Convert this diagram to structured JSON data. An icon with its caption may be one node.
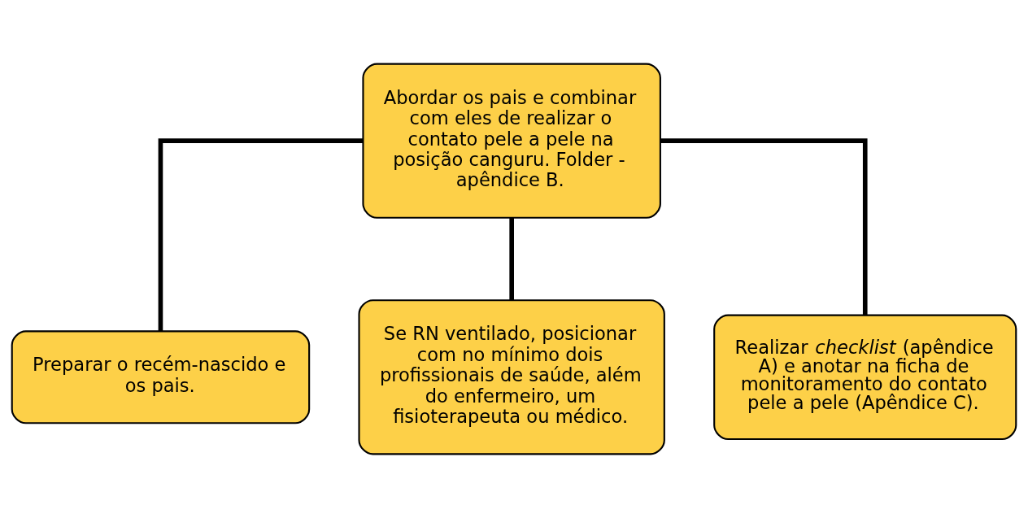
{
  "diagram": {
    "nodes": [
      {
        "text": [
          "Abordar os pais e combinar com eles de realizar o contato pele a pele na posição canguru. Folder - apêndice B."
        ]
      },
      {
        "text": [
          "Preparar o recém-nascido e os pais."
        ]
      },
      {
        "text": [
          "Se RN ventilado, posicionar com no mínimo dois profissionais de saúde, além do enfermeiro, um fisioterapeuta ou médico."
        ]
      },
      {
        "text": [
          "Realizar *checklist* (apêndice A) e anotar na ficha de monitoramento do contato pele a pele (Apêndice C)."
        ]
      }
    ],
    "edges": [
      {
        "from": 0,
        "to": 1,
        "arrow": "none"
      },
      {
        "from": 0,
        "to": 2,
        "arrow": "none"
      },
      {
        "from": 0,
        "to": 3,
        "arrow": "none"
      }
    ]
  }
}
